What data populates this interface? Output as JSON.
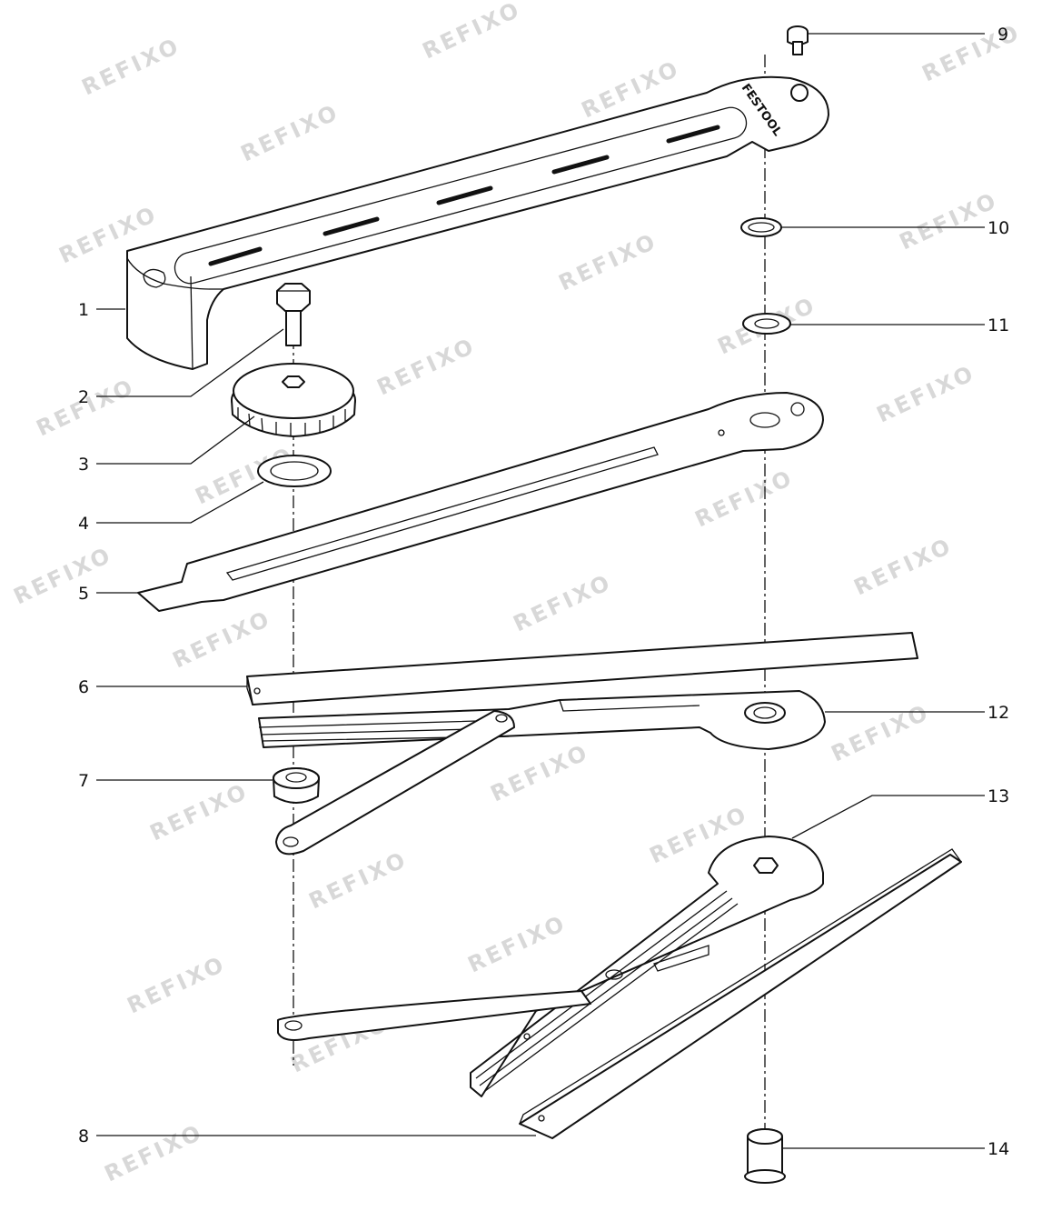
{
  "watermark": "REFIXO",
  "logo_text": "FESTOOL",
  "callouts": [
    "1",
    "2",
    "3",
    "4",
    "5",
    "6",
    "7",
    "8",
    "9",
    "10",
    "11",
    "12",
    "13",
    "14"
  ]
}
